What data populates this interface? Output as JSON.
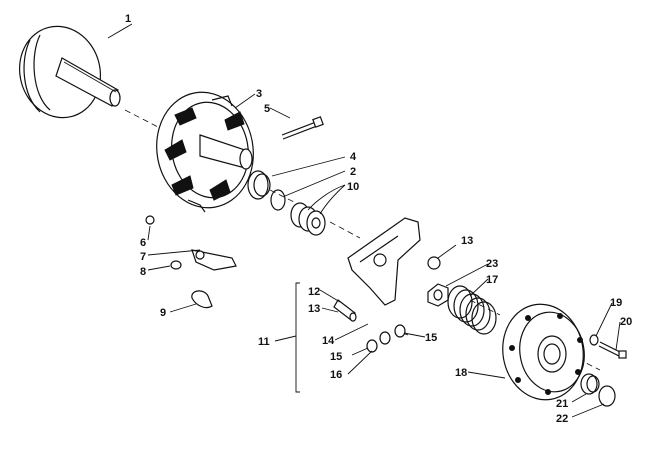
{
  "diagram": {
    "callouts": [
      {
        "id": "c1",
        "label": "1"
      },
      {
        "id": "c2",
        "label": "2"
      },
      {
        "id": "c3",
        "label": "3"
      },
      {
        "id": "c4",
        "label": "4"
      },
      {
        "id": "c5",
        "label": "5"
      },
      {
        "id": "c6",
        "label": "6"
      },
      {
        "id": "c7",
        "label": "7"
      },
      {
        "id": "c8",
        "label": "8"
      },
      {
        "id": "c9",
        "label": "9"
      },
      {
        "id": "c10",
        "label": "10"
      },
      {
        "id": "c11",
        "label": "11"
      },
      {
        "id": "c12",
        "label": "12"
      },
      {
        "id": "c13a",
        "label": "13"
      },
      {
        "id": "c13b",
        "label": "13"
      },
      {
        "id": "c14",
        "label": "14"
      },
      {
        "id": "c15a",
        "label": "15"
      },
      {
        "id": "c15b",
        "label": "15"
      },
      {
        "id": "c16",
        "label": "16"
      },
      {
        "id": "c17",
        "label": "17"
      },
      {
        "id": "c18",
        "label": "18"
      },
      {
        "id": "c19",
        "label": "19"
      },
      {
        "id": "c20",
        "label": "20"
      },
      {
        "id": "c21",
        "label": "21"
      },
      {
        "id": "c22",
        "label": "22"
      },
      {
        "id": "c23",
        "label": "23"
      }
    ]
  }
}
